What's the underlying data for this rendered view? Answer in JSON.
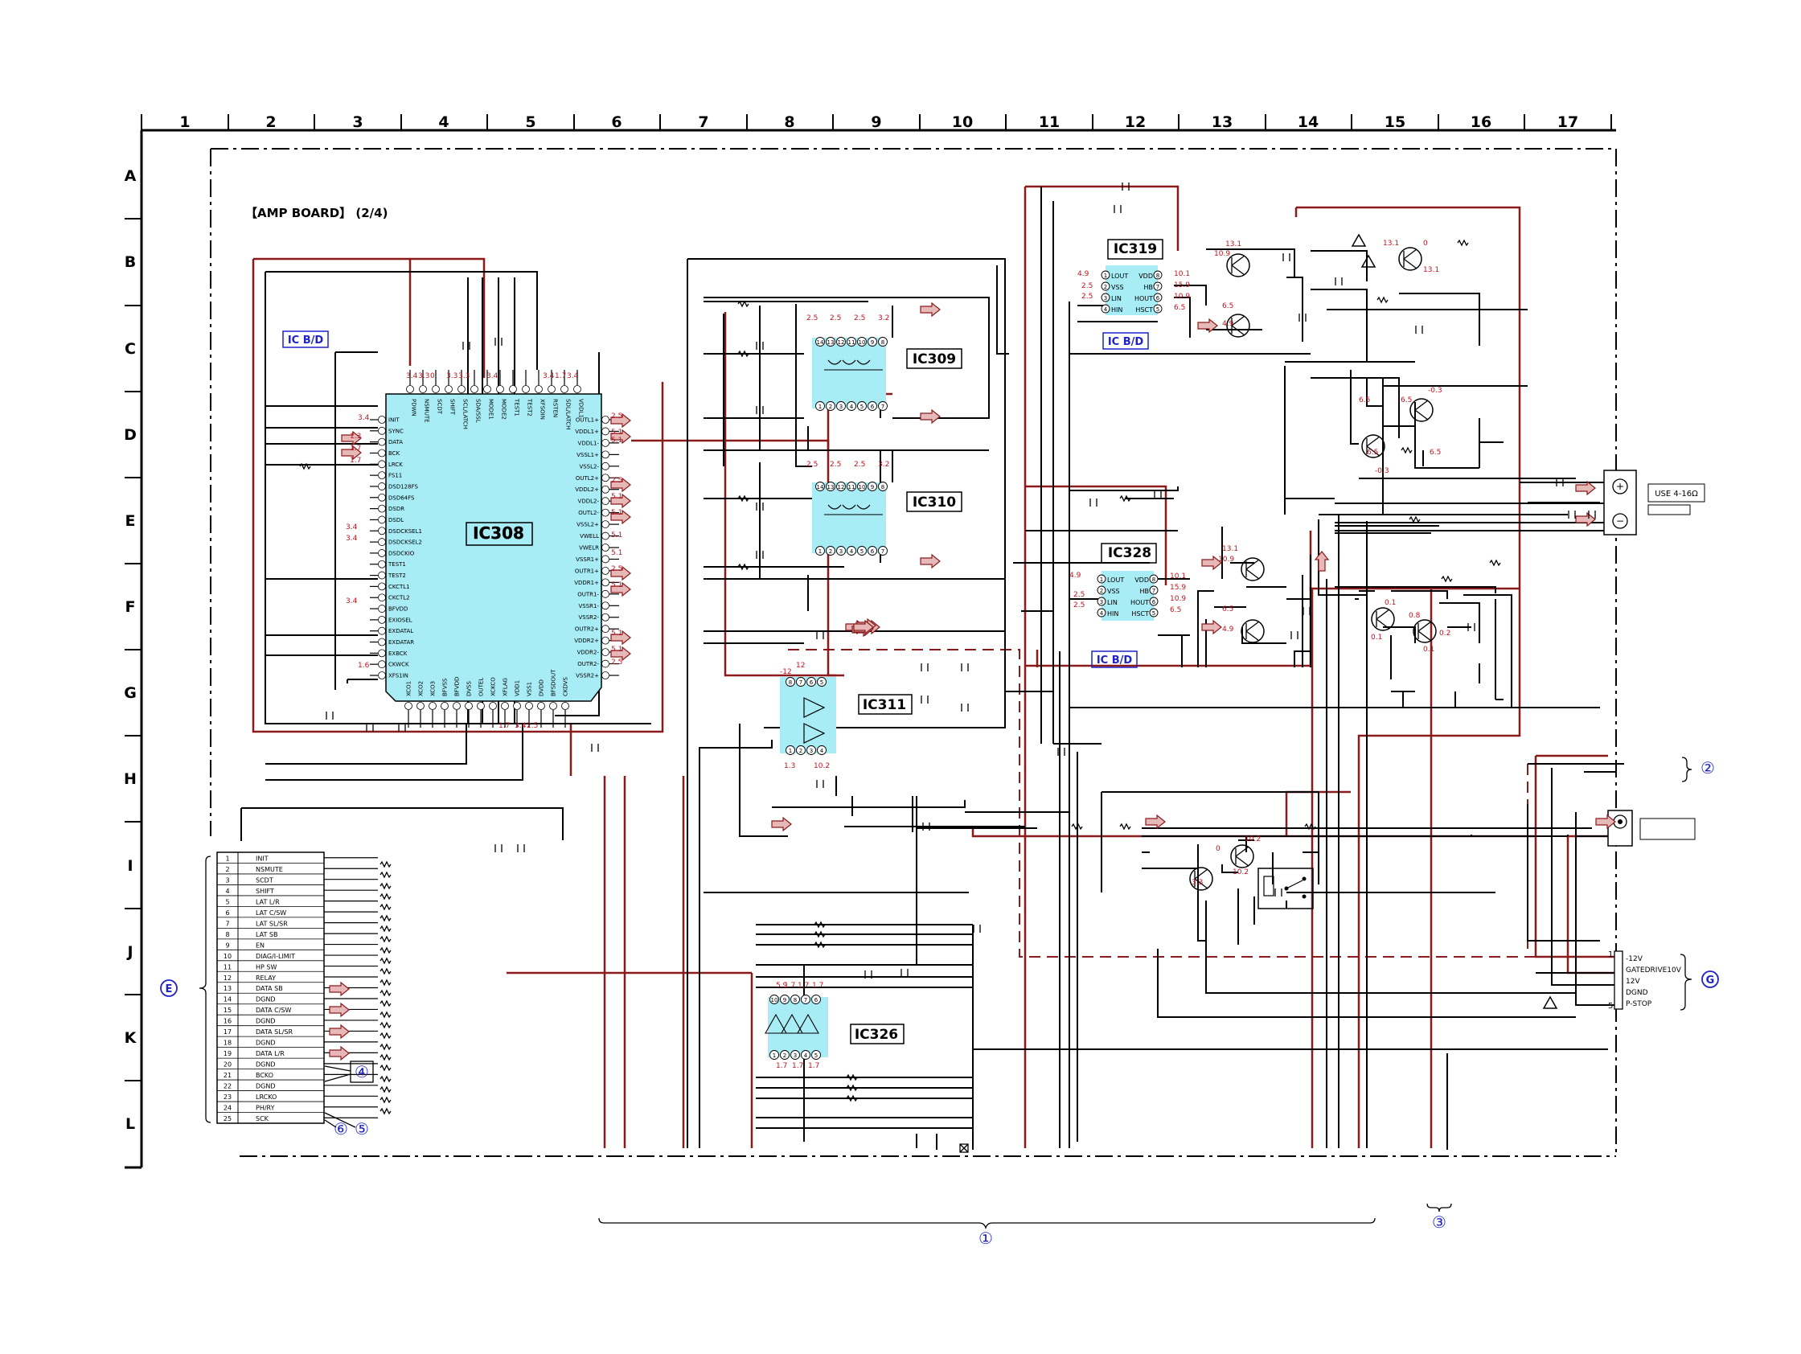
{
  "board_title": "【AMP BOARD】 (2/4)",
  "column_numbers": [
    "1",
    "2",
    "3",
    "4",
    "5",
    "6",
    "7",
    "8",
    "9",
    "10",
    "11",
    "12",
    "13",
    "14",
    "15",
    "16",
    "17"
  ],
  "row_letters": [
    "A",
    "B",
    "C",
    "D",
    "E",
    "F",
    "G",
    "H",
    "I",
    "J",
    "K",
    "L"
  ],
  "ic_bd_label": "IC B/D",
  "ics": {
    "ic308": "IC308",
    "ic309": "IC309",
    "ic310": "IC310",
    "ic311": "IC311",
    "ic319": "IC319",
    "ic326": "IC326",
    "ic328": "IC328"
  },
  "ic308_left_pins": [
    "INIT",
    "SYNC",
    "DATA",
    "BCK",
    "LRCK",
    "FS11",
    "DSD128FS",
    "DSD64FS",
    "DSDR",
    "DSDL",
    "DSDCKSEL1",
    "DSDCKSEL2",
    "DSDCKIO",
    "TEST1",
    "TEST2",
    "CKCTL1",
    "CKCTL2",
    "BFVDD",
    "EXIOSEL",
    "EXDATAL",
    "EXDATAR",
    "EXBCK",
    "CKWCK",
    "XFS1IN"
  ],
  "ic308_right_pins": [
    "OUTL1+",
    "VDDL1+",
    "VDDL1-",
    "VSSL1+",
    "VSSL2-",
    "OUTL2+",
    "VDDL2+",
    "VDDL2-",
    "OUTL2-",
    "VSSL2+",
    "VWELL",
    "VWELR",
    "VSSR1+",
    "OUTR1+",
    "VDDR1+",
    "OUTR1-",
    "VSSR1-",
    "VSSR2-",
    "OUTR2+",
    "VDDR2+",
    "VDDR2-",
    "OUTR2-",
    "VSSR2+"
  ],
  "ic308_top_pins": [
    "PDWN",
    "NSMUTE",
    "SCDT",
    "SHIFT",
    "SCL/LATCH",
    "SDA/SSL",
    "MODE1",
    "MODE2",
    "TEST1",
    "TEST2",
    "XFSOIN",
    "RSTEN",
    "SDL/LATCH",
    "VDDL1"
  ],
  "ic308_bottom_pins": [
    "XCO1",
    "XCO2",
    "XCO3",
    "BFVSS",
    "BFVDD",
    "DVSS",
    "OUTEL",
    "XCKCO",
    "XFLAG",
    "VDD1",
    "VSS1",
    "DVDD",
    "BFSDOUT",
    "CKDVS"
  ],
  "ic309_pins_top": [
    "14",
    "13",
    "12",
    "11",
    "10",
    "9",
    "8"
  ],
  "ic309_pins_bottom": [
    "1",
    "2",
    "3",
    "4",
    "5",
    "6",
    "7"
  ],
  "ic319_pins": [
    "LOUT",
    "VDD",
    "VSS",
    "HB",
    "LIN",
    "HOUT",
    "HIN",
    "HSCT"
  ],
  "connector_e": {
    "label": "E",
    "pins": [
      {
        "n": "1",
        "name": "INIT"
      },
      {
        "n": "2",
        "name": "NSMUTE"
      },
      {
        "n": "3",
        "name": "SCDT"
      },
      {
        "n": "4",
        "name": "SHIFT"
      },
      {
        "n": "5",
        "name": "LAT L/R"
      },
      {
        "n": "6",
        "name": "LAT C/SW"
      },
      {
        "n": "7",
        "name": "LAT SL/SR"
      },
      {
        "n": "8",
        "name": "LAT SB"
      },
      {
        "n": "9",
        "name": "EN"
      },
      {
        "n": "10",
        "name": "DIAG/I-LIMIT"
      },
      {
        "n": "11",
        "name": "HP SW"
      },
      {
        "n": "12",
        "name": "RELAY"
      },
      {
        "n": "13",
        "name": "DATA SB"
      },
      {
        "n": "14",
        "name": "DGND"
      },
      {
        "n": "15",
        "name": "DATA C/SW"
      },
      {
        "n": "16",
        "name": "DGND"
      },
      {
        "n": "17",
        "name": "DATA SL/SR"
      },
      {
        "n": "18",
        "name": "DGND"
      },
      {
        "n": "19",
        "name": "DATA L/R"
      },
      {
        "n": "20",
        "name": "DGND"
      },
      {
        "n": "21",
        "name": "BCKO"
      },
      {
        "n": "22",
        "name": "DGND"
      },
      {
        "n": "23",
        "name": "LRCKO"
      },
      {
        "n": "24",
        "name": "PH/RY"
      },
      {
        "n": "25",
        "name": "SCK"
      }
    ]
  },
  "connector_g": {
    "label": "G",
    "pin_first": "1",
    "pin_last": "5",
    "pins": [
      "-12V",
      "GATEDRIVE10V",
      "12V",
      "DGND",
      "P-STOP"
    ]
  },
  "speaker_note": "USE 4-16Ω",
  "callouts": {
    "c1": "①",
    "c2": "②",
    "c3": "③",
    "c4": "④",
    "c5": "⑤",
    "c6": "⑥"
  },
  "voltages": {
    "v_2_5": "2.5",
    "v_5_1": "5.1",
    "v_3_4": "3.4",
    "v_1_7": "1.7",
    "v_1_3": "1.3",
    "v_1_6": "1.6",
    "v_3_3": "3.3",
    "v_3_2": "3.2",
    "v_0": "0",
    "v_4_9": "4.9",
    "v_10_1": "10.1",
    "v_15_9": "15.9",
    "v_10_9": "10.9",
    "v_6_5": "6.5",
    "v_13_1": "13.1",
    "v_m0_3": "-0.3",
    "v_m0_3b": "-0.3",
    "v_0_1": "0.1",
    "v_0_8": "0.8",
    "v_0_2": "0.2",
    "v_10_2": "10.2",
    "v_12": "12",
    "v_m12": "-12",
    "v_5_9": "5.9"
  },
  "colors": {
    "line": "#000000",
    "red": "#8b1a1a",
    "ic_fill": "#a8ecf5",
    "callout_blue": "#1e22c8",
    "voltage_red": "#c0141e",
    "arrow_fill": "#e7b8b8"
  }
}
